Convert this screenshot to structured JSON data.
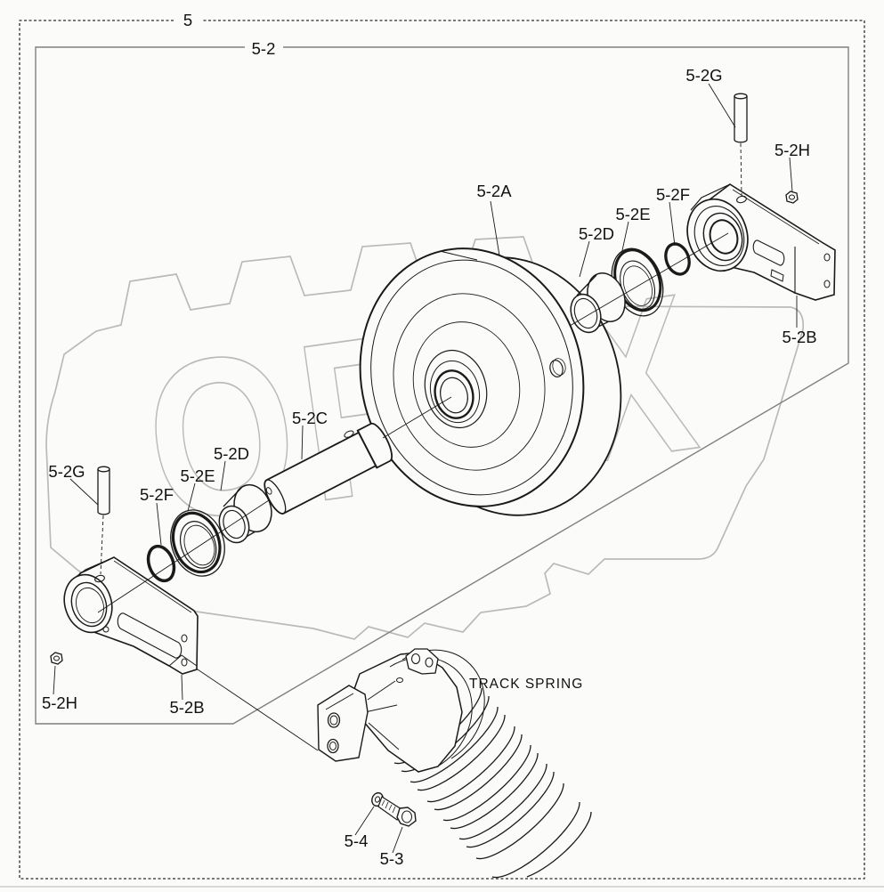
{
  "figure": {
    "type": "exploded-parts-diagram",
    "subject": "track idler wheel assembly with recoil track spring"
  },
  "labels": {
    "frame_outer": "5",
    "frame_inner": "5-2",
    "wheel": "5-2A",
    "bracket_right": "5-2B",
    "bracket_left": "5-2B",
    "shaft": "5-2C",
    "bushing_right": "5-2D",
    "bushing_left": "5-2D",
    "seal_right": "5-2E",
    "seal_left": "5-2E",
    "oring_right": "5-2F",
    "oring_left": "5-2F",
    "pin_right": "5-2G",
    "pin_left": "5-2G",
    "nut_right": "5-2H",
    "nut_left": "5-2H",
    "bolt": "5-3",
    "washer": "5-4",
    "track_spring_caption": "TRACK SPRING",
    "watermark": "OPEX"
  },
  "parts": [
    {
      "callout": "5",
      "name": "idler-group-frame"
    },
    {
      "callout": "5-2",
      "name": "idler-sub-assembly-frame"
    },
    {
      "callout": "5-2A",
      "name": "idler-wheel"
    },
    {
      "callout": "5-2B",
      "name": "support-bracket",
      "quantity_shown": 2
    },
    {
      "callout": "5-2C",
      "name": "idler-shaft"
    },
    {
      "callout": "5-2D",
      "name": "bushing",
      "quantity_shown": 2
    },
    {
      "callout": "5-2E",
      "name": "floating-seal",
      "quantity_shown": 2
    },
    {
      "callout": "5-2F",
      "name": "o-ring",
      "quantity_shown": 2
    },
    {
      "callout": "5-2G",
      "name": "dowel-pin",
      "quantity_shown": 2
    },
    {
      "callout": "5-2H",
      "name": "plug-nut",
      "quantity_shown": 2
    },
    {
      "callout": "5-3",
      "name": "bolt"
    },
    {
      "callout": "5-4",
      "name": "washer"
    }
  ],
  "colors": {
    "background": "#fbfbf9",
    "line": "#1a1a1a",
    "frame_outer": "#2a2a2a",
    "frame_inner": "#808080",
    "watermark": "#bababa"
  }
}
